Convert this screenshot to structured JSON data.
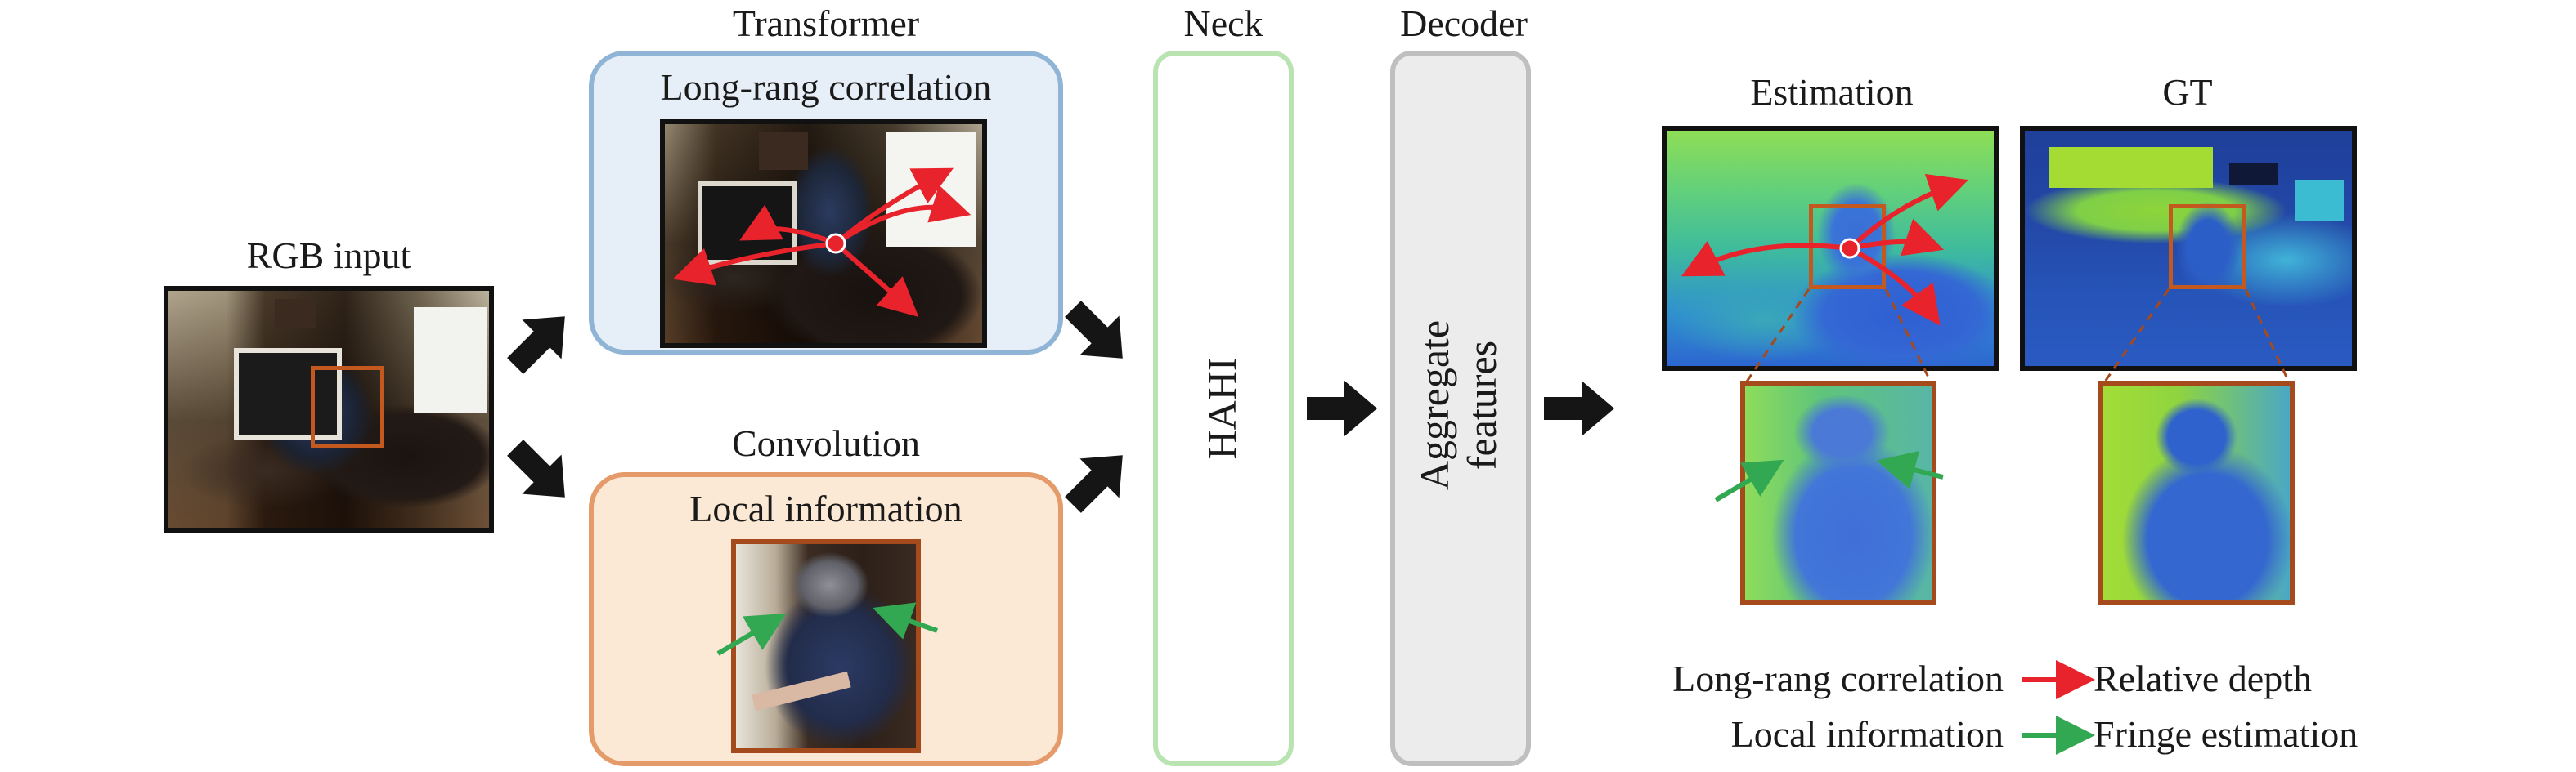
{
  "labels": {
    "rgb_input": "RGB input",
    "transformer": "Transformer",
    "transformer_inner": "Long-rang correlation",
    "convolution": "Convolution",
    "convolution_inner": "Local information",
    "neck": "Neck",
    "neck_block": "HAHI",
    "decoder": "Decoder",
    "decoder_block_line1": "Aggregate",
    "decoder_block_line2": "features",
    "estimation": "Estimation",
    "gt": "GT"
  },
  "legend": {
    "items": [
      {
        "left": "Long-rang correlation",
        "right": "Relative depth",
        "color": "#e8232b"
      },
      {
        "left": "Local information",
        "right": "Fringe estimation",
        "color": "#33a852"
      }
    ]
  },
  "colors": {
    "transformer_fill": "#e6eef7",
    "transformer_border": "#8fb4d6",
    "convolution_fill": "#fbe9d5",
    "convolution_border": "#e59a6a",
    "neck_border": "#b9e3b0",
    "decoder_fill": "#ececec",
    "decoder_border": "#bfbfbf",
    "highlight_box": "#c4591f",
    "red_arrow": "#e8232b",
    "green_arrow": "#33a852"
  }
}
